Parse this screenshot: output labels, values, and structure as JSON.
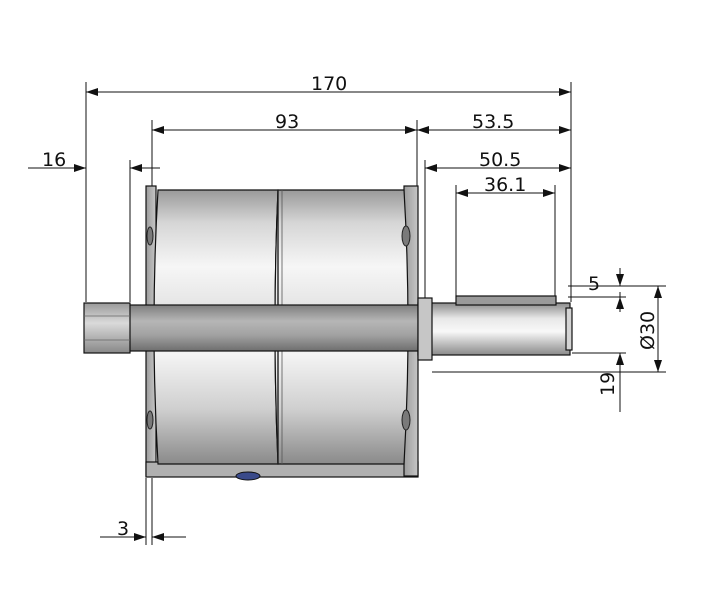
{
  "drawing": {
    "dimensions": {
      "overall_length": "170",
      "body_length": "93",
      "shaft_length": "53.5",
      "shaft_exposed_length": "50.5",
      "keyway_length": "36.1",
      "rear_stub_length": "16",
      "plate_thickness": "3",
      "keyway_depth": "5",
      "shaft_diameter": "Ø30",
      "center_height": "19"
    },
    "colors": {
      "line": "#111111",
      "body_light": "#f2f2f2",
      "body_mid": "#c8c8c8",
      "body_dark": "#8e8e8e",
      "plate": "#b4b4b4",
      "port_accent": "#3a4a8a"
    }
  }
}
